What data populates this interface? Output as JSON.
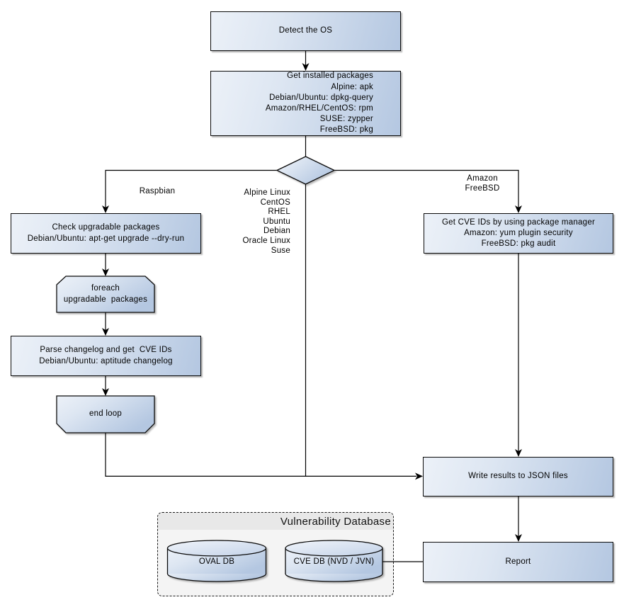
{
  "diagram": {
    "nodes": {
      "detect_os": {
        "label": "Detect the OS"
      },
      "get_installed_packages": {
        "label": "Get installed packages\nAlpine: apk\nDebian/Ubuntu: dpkg-query\nAmazon/RHEL/CentOS: rpm\nSUSE: zypper\nFreeBSD: pkg"
      },
      "check_upgradable": {
        "label": "Check upgradable packages\nDebian/Ubuntu: apt-get upgrade --dry-run"
      },
      "foreach_loop": {
        "label": "foreach\nupgradable  packages"
      },
      "parse_changelog": {
        "label": "Parse changelog and get  CVE IDs\nDebian/Ubuntu: aptitude changelog"
      },
      "end_loop": {
        "label": "end loop"
      },
      "get_cve_ids": {
        "label": "Get CVE IDs by using package manager\nAmazon: yum plugin security\nFreeBSD: pkg audit"
      },
      "write_results": {
        "label": "Write results to JSON files"
      },
      "report": {
        "label": "Report"
      },
      "oval_db": {
        "label": "OVAL DB"
      },
      "cve_db": {
        "label": "CVE DB (NVD / JVN)"
      }
    },
    "edge_labels": {
      "raspbian": "Raspbian",
      "os_list": "Alpine Linux\nCentOS\nRHEL\nUbuntu\nDebian\nOracle Linux\nSuse",
      "amazon_freebsd": "Amazon\nFreeBSD"
    },
    "group": {
      "title": "Vulnerability Database"
    },
    "colors": {
      "node_fill_light": "#ecf1f8",
      "node_fill_dark": "#b4c7e1",
      "node_border": "#0b0b0b",
      "connector": "#000000",
      "group_fill": "#f4f4f4",
      "group_header_fill": "#e8e8e8",
      "canvas": "#ffffff"
    }
  }
}
